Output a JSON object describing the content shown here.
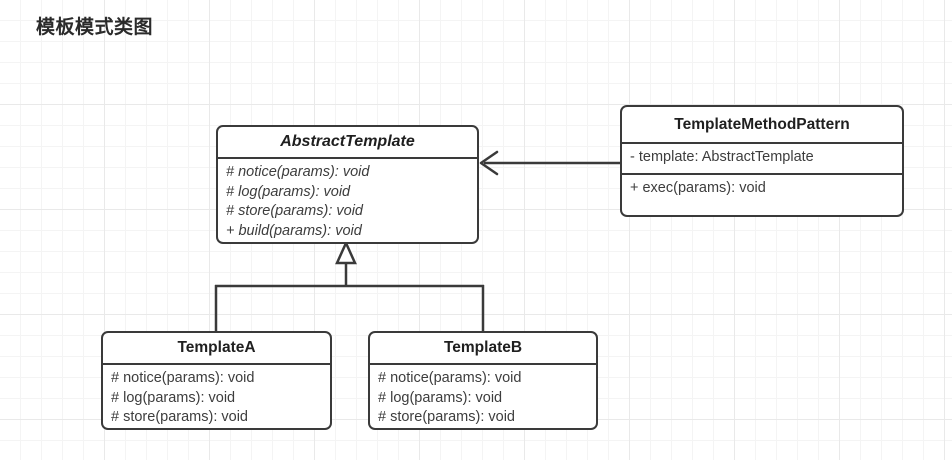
{
  "page": {
    "title": "模板模式类图",
    "background": "#ffffff",
    "grid_color": "#e9e9e9",
    "line_color": "#3a3a3a",
    "text_color": "#3d3d3d"
  },
  "diagram": {
    "type": "uml-class-diagram",
    "classes": [
      {
        "id": "abstract-template",
        "name": "AbstractTemplate",
        "stereotype": "abstract",
        "abstract": true,
        "attributes": [],
        "methods": [
          "# notice(params): void",
          "# log(params): void",
          "# store(params): void",
          "+ build(params): void"
        ]
      },
      {
        "id": "template-method-pattern",
        "name": "TemplateMethodPattern",
        "abstract": false,
        "attributes": [
          "- template: AbstractTemplate"
        ],
        "methods": [
          "+ exec(params): void"
        ]
      },
      {
        "id": "template-a",
        "name": "TemplateA",
        "abstract": false,
        "attributes": [],
        "methods": [
          "# notice(params): void",
          "# log(params): void",
          "# store(params): void"
        ]
      },
      {
        "id": "template-b",
        "name": "TemplateB",
        "abstract": false,
        "attributes": [],
        "methods": [
          "# notice(params): void",
          "# log(params): void",
          "# store(params): void"
        ]
      }
    ],
    "relations": [
      {
        "id": "rel-dependency",
        "kind": "association",
        "arrow": "open-arrow",
        "from": "TemplateMethodPattern",
        "to": "AbstractTemplate"
      },
      {
        "id": "rel-generalization-a",
        "kind": "generalization",
        "arrow": "hollow-triangle",
        "from": "TemplateA",
        "to": "AbstractTemplate"
      },
      {
        "id": "rel-generalization-b",
        "kind": "generalization",
        "arrow": "hollow-triangle",
        "from": "TemplateB",
        "to": "AbstractTemplate"
      }
    ]
  }
}
